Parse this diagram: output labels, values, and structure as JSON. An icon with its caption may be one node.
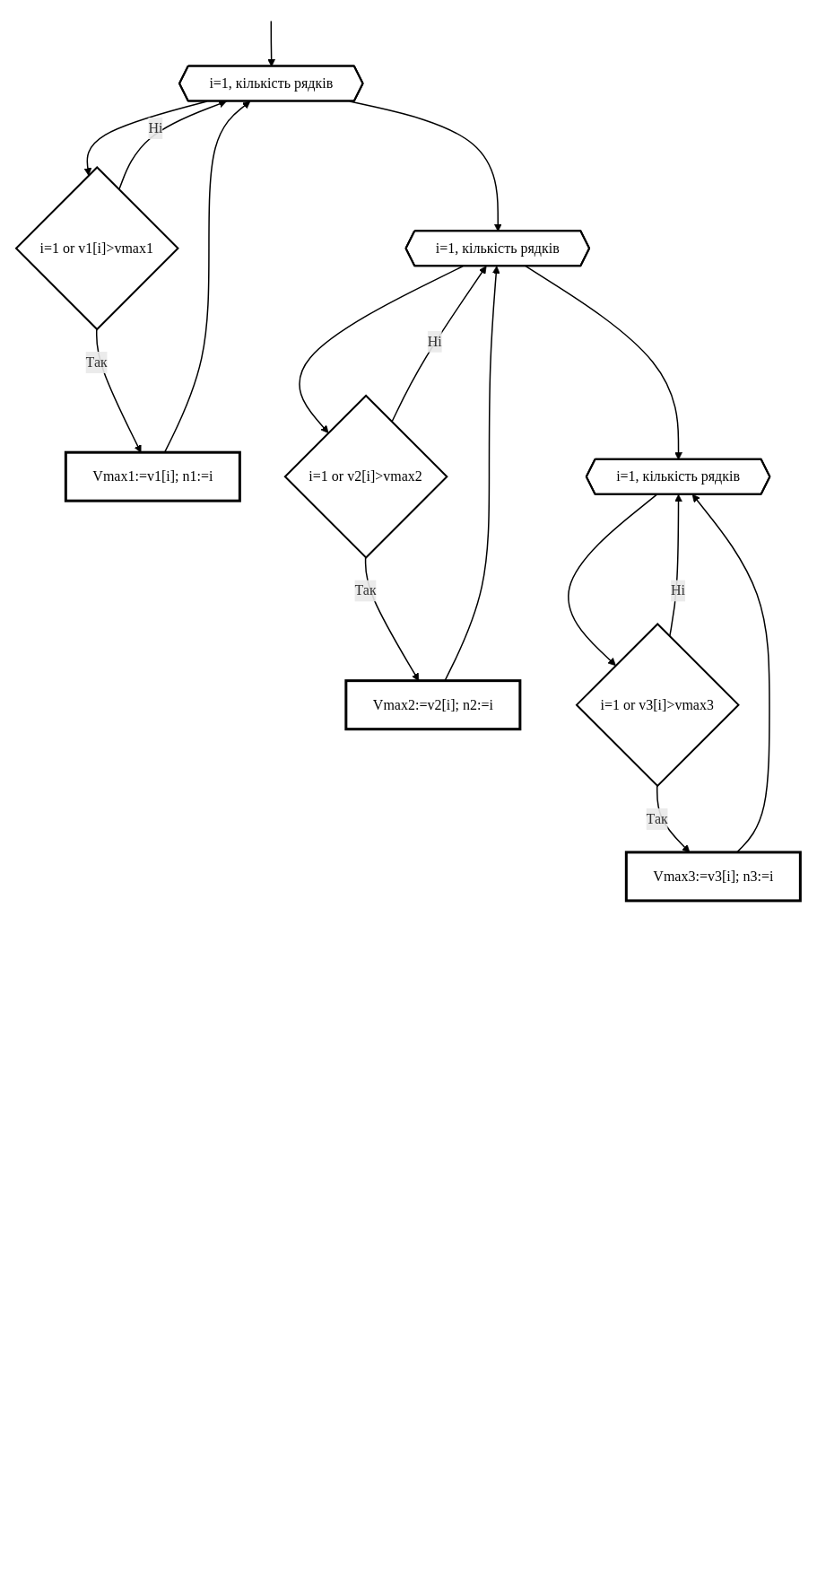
{
  "diagram": {
    "nodes": [
      {
        "text": [
          "i=1, кількість рядків"
        ]
      },
      {
        "text": [
          "i=1 or v1[i]>vmax1"
        ]
      },
      {
        "text": [
          "Vmax1:=v1[i]; n1:=i"
        ]
      },
      {
        "text": [
          "i=1, кількість рядків"
        ]
      },
      {
        "text": [
          "i=1 or v2[i]>vmax2"
        ]
      },
      {
        "text": [
          "Vmax2:=v2[i]; n2:=i"
        ]
      },
      {
        "text": [
          "i=1, кількість рядків"
        ]
      },
      {
        "text": [
          "i=1 or v3[i]>vmax3"
        ]
      },
      {
        "text": [
          "Vmax3:=v3[i]; n3:=i"
        ]
      }
    ],
    "edges": [
      {
        "from": null,
        "to": 0,
        "arrow": "to"
      },
      {
        "from": 0,
        "to": 1,
        "arrow": "to"
      },
      {
        "from": 1,
        "to": 2,
        "label": "Так",
        "arrow": "to"
      },
      {
        "from": 2,
        "to": 0,
        "arrow": "to"
      },
      {
        "from": 1,
        "to": 0,
        "label": "Ні",
        "arrow": "to"
      },
      {
        "from": 0,
        "to": 3,
        "arrow": "to"
      },
      {
        "from": 3,
        "to": 4,
        "arrow": "to"
      },
      {
        "from": 4,
        "to": 5,
        "label": "Так",
        "arrow": "to"
      },
      {
        "from": 5,
        "to": 3,
        "arrow": "to"
      },
      {
        "from": 4,
        "to": 3,
        "label": "Ні",
        "arrow": "to"
      },
      {
        "from": 3,
        "to": 6,
        "arrow": "to"
      },
      {
        "from": 6,
        "to": 7,
        "arrow": "to"
      },
      {
        "from": 7,
        "to": 8,
        "label": "Так",
        "arrow": "to"
      },
      {
        "from": 8,
        "to": 6,
        "arrow": "to"
      },
      {
        "from": 7,
        "to": 6,
        "label": "Ні",
        "arrow": "to"
      }
    ]
  }
}
